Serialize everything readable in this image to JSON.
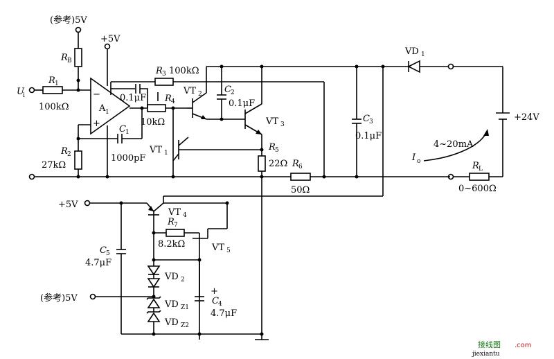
{
  "labels": {
    "ref_top": "(参考)5V",
    "ref_bot": "(参考)5V",
    "plus5_top": "+5V",
    "plus5_mid": "+5V",
    "ui": "U",
    "ui_sub": "i",
    "rb": "R",
    "rb_sub": "B",
    "r1": "R",
    "r1_sub": "1",
    "r1_val": "100kΩ",
    "r2": "R",
    "r2_sub": "2",
    "r2_val": "27kΩ",
    "a1": "A",
    "a1_sub": "1",
    "minus": "−",
    "plus": "+",
    "cap01": "0.1μF",
    "c1": "C",
    "c1_sub": "1",
    "c1_val": "1000pF",
    "r3": "R",
    "r3_sub": "3",
    "r3_val": "100kΩ",
    "r4": "R",
    "r4_sub": "4",
    "r4_val": "10kΩ",
    "vt2": "VT",
    "vt2_sub": "2",
    "c2": "C",
    "c2_sub": "2",
    "c2_val": "0.1μF",
    "vt3": "VT",
    "vt3_sub": "3",
    "vt1": "VT",
    "vt1_sub": "1",
    "r5": "R",
    "r5_sub": "5",
    "r5_val": "22Ω",
    "r6": "R",
    "r6_sub": "6",
    "r6_val": "50Ω",
    "c3": "C",
    "c3_sub": "3",
    "c3_val": "0.1μF",
    "vd1": "VD",
    "vd1_sub": "1",
    "v24": "+24V",
    "range": "4~20mA",
    "io": "I",
    "io_sub": "o",
    "rl": "R",
    "rl_sub": "L",
    "rl_val": "0~600Ω",
    "vt4": "VT",
    "vt4_sub": "4",
    "r7": "R",
    "r7_sub": "7",
    "r7_val": "8.2kΩ",
    "vt5": "VT",
    "vt5_sub": "5",
    "c5": "C",
    "c5_sub": "5",
    "c5_val": "4.7μF",
    "vd2": "VD",
    "vd2_sub": "2",
    "vdz1": "VD",
    "vdz1_sub": "Z1",
    "vdz2": "VD",
    "vdz2_sub": "Z2",
    "c4": "C",
    "c4_sub": "4",
    "c4_plus": "+",
    "c4_val": "4.7μF",
    "watermark1": "接线图",
    "watermark2": ".com",
    "watermark3": "jiexiantu"
  }
}
